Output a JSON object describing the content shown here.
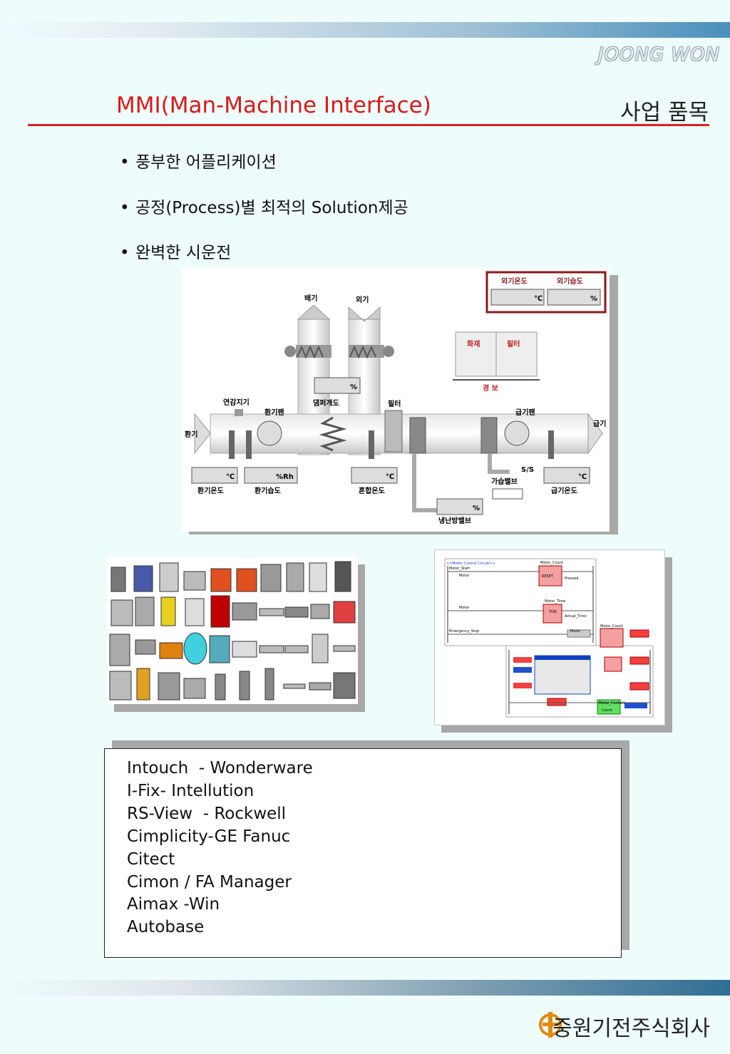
{
  "header": {
    "brand": "JOONG  WON",
    "title": "MMI(Man-Machine Interface)",
    "section": "사업 품목"
  },
  "bullets": [
    "풍부한 어플리케이션",
    "공정(Process)별 최적의 Solution제공",
    "완벽한 시운전"
  ],
  "hvac": {
    "exhaust": "배기",
    "outside_air": "외기",
    "outdoor_temp": "외기온도",
    "outdoor_humidity": "외기습도",
    "unit_celsius": "℃",
    "unit_percent": "%",
    "unit_rh": "%Rh",
    "fire": "화재",
    "filter_alarm": "필터",
    "alarm": "경 보",
    "damper_opening": "댐퍼개도",
    "filter": "필터",
    "smoke_detector": "연감지기",
    "return_fan": "환기팬",
    "supply_fan": "급기팬",
    "return_air": "환기",
    "supply_air": "급기",
    "return_temp": "환기온도",
    "return_humidity": "환기습도",
    "mixed_temp": "혼합온도",
    "humidifier_valve": "가습밸브",
    "supply_temp": "급기온도",
    "ss": "S/S",
    "cooling_heating_valve": "냉난방밸브"
  },
  "ladder": {
    "title": "<<Motor Control Circuit>>",
    "labels": [
      "Motor_Start",
      "Motor_Count",
      "Motor",
      "RESET",
      "Pressed",
      "Motor",
      "Motor_Time",
      "TON",
      "Actual_Time",
      "Emergency_Stop",
      "Motor",
      "Motor_Count",
      "Motor_Contact",
      "Count"
    ]
  },
  "software": [
    "Intouch  - Wonderware",
    "I-Fix- Intellution",
    "RS-View  - Rockwell",
    "Cimplicity-GE Fanuc",
    "Citect",
    "Cimon / FA Manager",
    "Aimax -Win",
    "Autobase"
  ],
  "footer": {
    "company": "중원기전주식회사"
  },
  "colors": {
    "title_red": "#d81a1a",
    "background": "#eefcfc"
  }
}
